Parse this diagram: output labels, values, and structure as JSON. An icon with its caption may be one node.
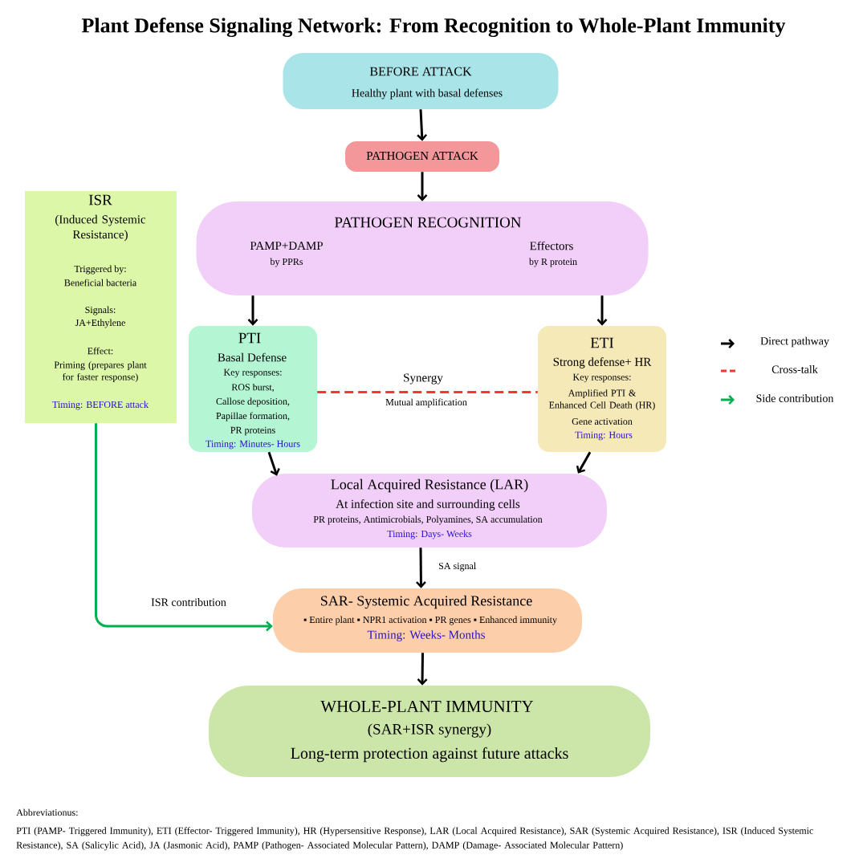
{
  "diagram": {
    "title": "Plant Defense Signaling Network: From Recognition to Whole-Plant Immunity",
    "nodes": [
      {
        "text": [
          "BEFORE ATTACK",
          "Healthy plant with basal defenses"
        ]
      },
      {
        "text": [
          "PATHOGEN ATTACK"
        ]
      },
      {
        "text": [
          "ISR",
          "(Induced Systemic Resistance)",
          "Triggered by:",
          "Beneficial bacteria",
          "Signals:",
          "JA+Ethylene",
          "Effect:",
          "Priming (prepares plant for faster response)",
          "Timing: BEFORE attack"
        ]
      },
      {
        "text": [
          "PATHOGEN RECOGNITION",
          "PAMP+DAMP",
          "by PPRs",
          "Effectors",
          "by R protein"
        ]
      },
      {
        "text": [
          "PTI",
          "Basal Defense",
          "Key responses:",
          "ROS burst,",
          "Callose deposition,",
          "Papillae formation,",
          "PR proteins",
          "Timing: Minutes- Hours"
        ]
      },
      {
        "text": [
          "ETI",
          "Strong defense+ HR",
          "Key responses:",
          "Amplified PTI & Enhanced Cell Death (HR)",
          "Gene activation",
          "Timing: Hours"
        ]
      },
      {
        "text": [
          "Local Acquired Resistance (LAR)",
          "At infection site and surrounding cells",
          "PR proteins, Antimicrobials, Polyamines, SA accumulation",
          "Timing: Days- Weeks"
        ]
      },
      {
        "text": [
          "SAR- Systemic Acquired Resistance",
          "▪ Entire plant ▪  NPR1 activation ▪ PR genes  ▪ Enhanced immunity",
          "Timing: Weeks- Months"
        ]
      },
      {
        "text": [
          "WHOLE-PLANT IMMUNITY",
          "(SAR+ISR synergy)",
          "Long-term protection against future  attacks"
        ]
      }
    ],
    "edges": [
      {
        "from": 0,
        "to": 1,
        "arrow": "to"
      },
      {
        "from": 1,
        "to": 3,
        "arrow": "to"
      },
      {
        "from": 3,
        "to": 4,
        "arrow": "to"
      },
      {
        "from": 3,
        "to": 5,
        "arrow": "to"
      },
      {
        "from": 4,
        "to": 6,
        "arrow": "to"
      },
      {
        "from": 5,
        "to": 6,
        "arrow": "to"
      },
      {
        "from": 4,
        "to": 5,
        "arrow": "none",
        "label": "Synergy",
        "style": "dashed",
        "color": "#ff3333"
      },
      {
        "from": 6,
        "to": 7,
        "arrow": "to",
        "label": "SA signal"
      },
      {
        "from": 2,
        "to": 7,
        "arrow": "to",
        "label": "ISR contribution",
        "color": "#00b050"
      },
      {
        "from": 7,
        "to": 8,
        "arrow": "to"
      }
    ],
    "labels": [
      "Mutual amplification",
      "Abbreviationus:",
      "PTI (PAMP- Triggered Immunity), ETI (Effector- Triggered Immunity), HR (Hypersensitive Response), LAR (Local Acquired Resistance), SAR (Systemic Acquired Resistance), ISR (Induced Systemic Resistance), SA (Salicylic Acid),  JA (Jasmonic Acid),  PAMP (Pathogen- Associated Molecular Pattern), DAMP (Damage- Associated Molecular Pattern)"
    ],
    "legend": [
      {
        "text": "Direct pathway"
      },
      {
        "text": "Cross-talk"
      },
      {
        "text": "Side contribution"
      }
    ]
  }
}
